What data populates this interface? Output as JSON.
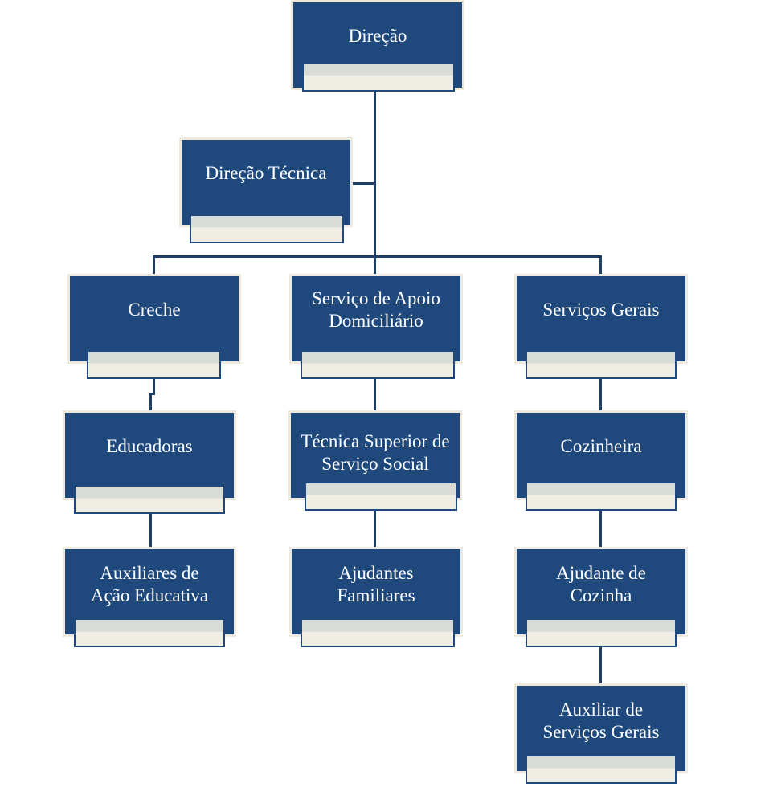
{
  "colors": {
    "box": "#1f497d",
    "border": "#ede9df",
    "connector": "#1f3e66",
    "panel_top": "#d9dbd6",
    "panel_bottom": "#efede4"
  },
  "nodes": {
    "direcao": "Direção",
    "direcao_tecnica": "Direção Técnica",
    "creche": "Creche",
    "sad": "Serviço de Apoio Domiciliário",
    "servicos_gerais": "Serviços Gerais",
    "educadoras": "Educadoras",
    "tecnica_superior": "Técnica Superior de Serviço Social",
    "cozinheira": "Cozinheira",
    "auxiliares_acao": "Auxiliares de Ação Educativa",
    "ajudantes_familiares": "Ajudantes Familiares",
    "ajudante_cozinha": "Ajudante de Cozinha",
    "auxiliar_sg": "Auxiliar de Serviços Gerais"
  }
}
